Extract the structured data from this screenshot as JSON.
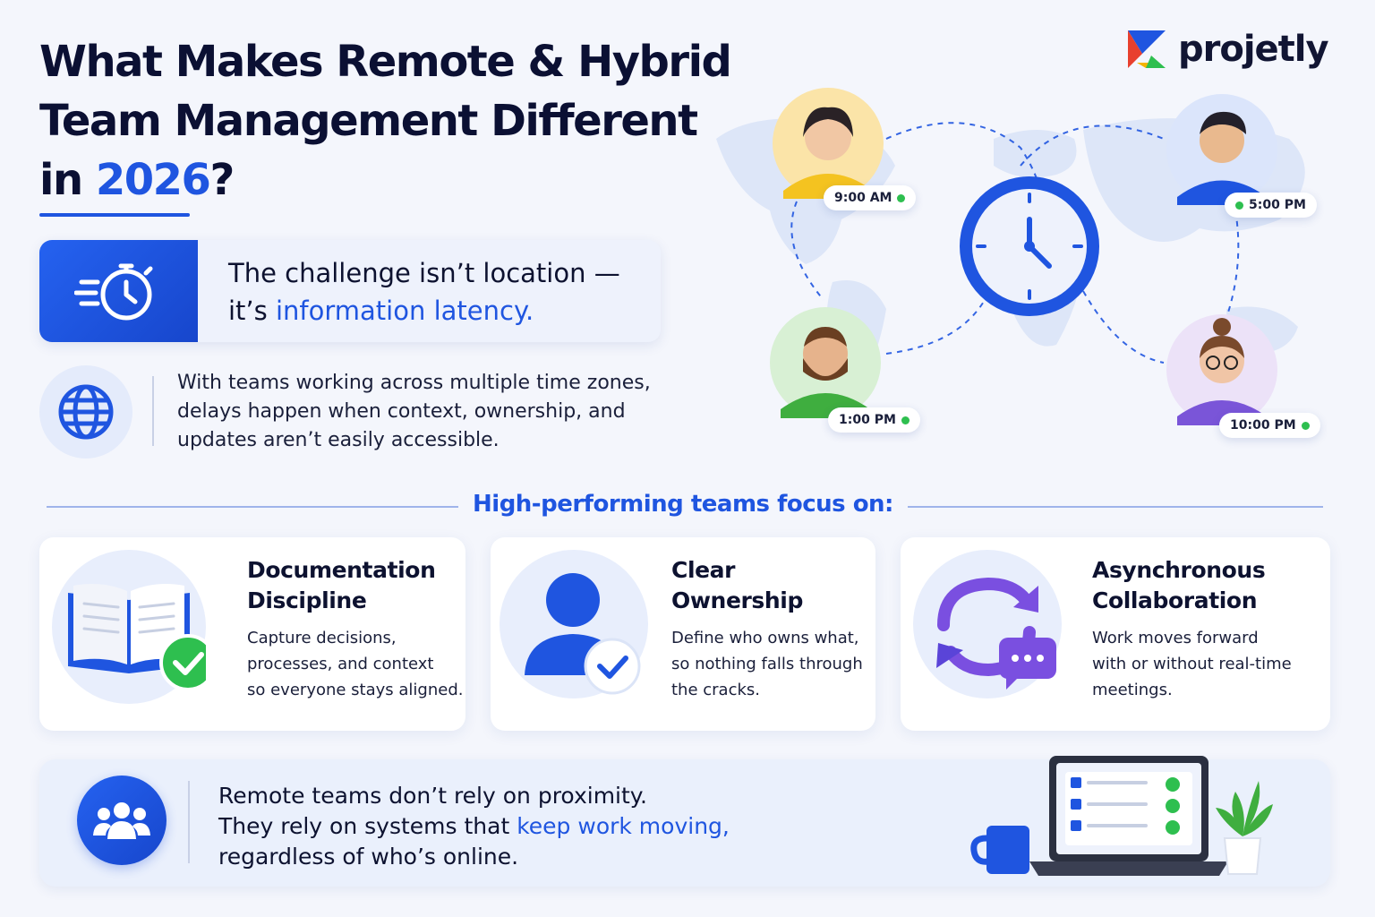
{
  "brand": {
    "name": "projetly"
  },
  "title": {
    "line1": "What Makes Remote & Hybrid",
    "line2": "Team Management Different",
    "line3_prefix": "in ",
    "line3_accent": "2026",
    "line3_suffix": "?"
  },
  "challenge": {
    "line1": "The challenge isn’t location —",
    "line2_prefix": "it’s ",
    "line2_accent": "information latency."
  },
  "context": {
    "text": "With teams working across multiple time zones, delays happen when context, ownership, and updates aren’t easily accessible."
  },
  "team_times": [
    "9:00 AM",
    "5:00 PM",
    "1:00 PM",
    "10:00 PM"
  ],
  "focus": {
    "heading": "High-performing teams focus on:"
  },
  "cards": [
    {
      "title_l1": "Documentation",
      "title_l2": "Discipline",
      "desc_l1": "Capture decisions,",
      "desc_l2": "processes, and context",
      "desc_l3": "so everyone stays aligned.",
      "icon": "book-check-icon"
    },
    {
      "title_l1": "Clear",
      "title_l2": "Ownership",
      "desc_l1": "Define who owns what,",
      "desc_l2": "so nothing falls through",
      "desc_l3": "the cracks.",
      "icon": "person-check-icon"
    },
    {
      "title_l1": "Asynchronous",
      "title_l2": "Collaboration",
      "desc_l1": "Work moves forward",
      "desc_l2": "with or without real-time",
      "desc_l3": "meetings.",
      "icon": "sync-chat-icon"
    }
  ],
  "banner": {
    "line1": "Remote teams don’t rely on proximity.",
    "line2_prefix": "They rely on systems that ",
    "line2_accent": "keep work moving,",
    "line3": "regardless of who’s online."
  },
  "colors": {
    "accent": "#1f55e0",
    "status_online": "#2ebf4f",
    "title": "#0b1033"
  }
}
